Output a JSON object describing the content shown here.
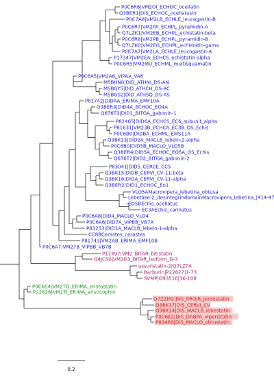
{
  "colors": {
    "blue": "#2020d0",
    "purple": "#a0206a",
    "green": "#209020",
    "red": "#d02020",
    "highlight": "#f6c9c9",
    "branch": "#222222"
  },
  "scale_label": "0.2",
  "leaves": [
    {
      "label": "P0C6R6|VM2OI_ECHOC_ocellatin",
      "group": "blue"
    },
    {
      "label": "Q3BER1|DIS_ECHOC_ocellatusin",
      "group": "blue"
    },
    {
      "label": "P0C7A8|VM2LB_ECHLE_leucogastin-B",
      "group": "blue"
    },
    {
      "label": "P0C6R7|VM2PA_ECHPL_pyramidin-A",
      "group": "blue"
    },
    {
      "label": "Q7LZK1|VM2EB_ECHPL_echistatin-beta",
      "group": "blue"
    },
    {
      "label": "P0C6R8|VM2PB_ECHPL_pyramidin-B",
      "group": "blue"
    },
    {
      "label": "Q7LZK0|VM2EG_ECHPL_echistatin-gama",
      "group": "blue"
    },
    {
      "label": "P0C7A7|VM2LA_ECHLE_leucogastin-A",
      "group": "blue"
    },
    {
      "label": "P17347|VM2EA_ECHCS_echistatin-alpha",
      "group": "blue"
    },
    {
      "label": "P0C6R5|VM2MU_ECHML_multisquamatin",
      "group": "blue"
    },
    {
      "label": "P0C6A5|VM2A6_VIPAA_VA6",
      "group": "blue"
    },
    {
      "label": "M5BHN0|DID_ATHNI_DS-AN",
      "group": "blue"
    },
    {
      "label": "M5BGY5|DID_ATHCH_DS-AC",
      "group": "blue"
    },
    {
      "label": "M5BGS2|DID_ATHSQ_DS-AS",
      "group": "blue"
    },
    {
      "label": "P81742|DIDAA_ERIMA_EMF10A",
      "group": "blue"
    },
    {
      "label": "Q3BER3|DID4A_ECHOC_EO4A",
      "group": "blue"
    },
    {
      "label": "Q6T6T3|DID1_BITGA_gabonin-1",
      "group": "blue"
    },
    {
      "label": "P82465|DID6A_ECHCS_EC6_subunit_alpha",
      "group": "blue"
    },
    {
      "label": "P81631|VM23B_ECHCA_EC3B_OS_Echis",
      "group": "blue"
    },
    {
      "label": "P0C6B0|DIDBA_ECHML_EMS11A",
      "group": "blue"
    },
    {
      "label": "Q3BK13|DID2A_MACLB_lebein-2-alpha",
      "group": "blue"
    },
    {
      "label": "P0C6B0|DID5B_MACLO_VLO5B",
      "group": "blue"
    },
    {
      "label": "Q3BER4|DID5A_ECHOC_EO5A_OS_Echis",
      "group": "blue"
    },
    {
      "label": "Q6T6T2|DID2_BITGA_gabonin-2",
      "group": "blue"
    },
    {
      "label": "P83041|DID5_CERCE_CC5",
      "group": "blue"
    },
    {
      "label": "Q3BK15|DIDB_CERVI_CV-11-beta",
      "group": "blue"
    },
    {
      "label": "Q3BK16|DIDA_CERVI_CV-11-alpha",
      "group": "blue"
    },
    {
      "label": "Q3BER2|DID1_ECHOC_Eo1",
      "group": "blue"
    },
    {
      "label": "VLO5AMacrovipera_lebetina_obtusa",
      "group": "blue"
    },
    {
      "label": "Lebetase-2_desintegrindomainMacrovipera_lebetina_|414-478",
      "group": "blue"
    },
    {
      "label": "EO5BEchis_ocellatus",
      "group": "blue"
    },
    {
      "label": "EC3AEchis_carinatus",
      "group": "blue"
    },
    {
      "label": "P0C6A8|DID4_MACLO_VLO4",
      "group": "blue"
    },
    {
      "label": "P0C6A6|DID7A_VIPBB_VB7A",
      "group": "blue"
    },
    {
      "label": "P83253|DID1A_MACLB_lebein-1-alpha",
      "group": "blue"
    },
    {
      "label": "CC8BCerastes_cerastes",
      "group": "blue"
    },
    {
      "label": "P81743|VM2AB_ERIMA_EMF10B",
      "group": "blue"
    },
    {
      "label": "P0C6A7|VM27B_VIPBB_VB7B",
      "group": "blue"
    },
    {
      "label": "P17497|VM2_BITAR_bitistatin",
      "group": "purple"
    },
    {
      "label": "Q4JCS0|VM2D3_BITAR_isoform_D-3",
      "group": "purple"
    },
    {
      "label": "ussuristatin-2|Q7LZT4",
      "group": "purple"
    },
    {
      "label": "Barburin|P22827|1-73",
      "group": "purple"
    },
    {
      "label": "SVMP|O93516|36-108",
      "group": "purple"
    },
    {
      "label": "P0C6S4|VM2TO_ERIMA_eristostatin",
      "group": "green"
    },
    {
      "label": "P22826|VM2TI_ERIMA_eristicophin",
      "group": "green"
    },
    {
      "label": "Q7ZZM2|DIS_PROJR_jerdostatin",
      "group": "red"
    },
    {
      "label": "Q3BK17|DIS_CERVI_CV",
      "group": "red"
    },
    {
      "label": "Q3BK14|DIS_MACLB_lebestatin",
      "group": "red"
    },
    {
      "label": "P0C6E2|DIS_DABPA_viperistatin",
      "group": "red"
    },
    {
      "label": "P83469|DIS_MACLO_obtustatin",
      "group": "red"
    }
  ]
}
